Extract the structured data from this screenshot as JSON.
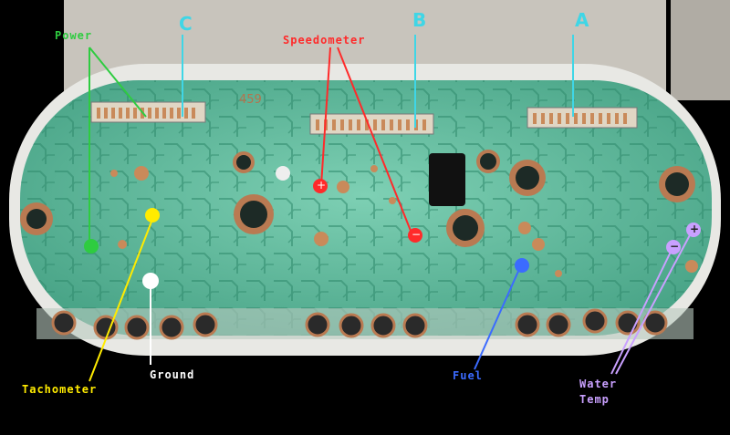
{
  "title": "",
  "part_number": "459",
  "connectors": {
    "a": "A",
    "b": "B",
    "c": "C"
  },
  "labels": {
    "power": "Power",
    "speedometer": "Speedometer",
    "tachometer": "Tachometer",
    "ground": "Ground",
    "fuel": "Fuel",
    "water_line1": "Water",
    "water_line2": "Temp"
  },
  "pins": {
    "plus": "+",
    "minus": "−"
  },
  "colors": {
    "power": "#2ecc40",
    "speedometer": "#ff2a2a",
    "tachometer": "#ffeb00",
    "ground": "#ffffff",
    "fuel": "#3b6bff",
    "water_temp": "#c9a0ff",
    "connector": "#3fd6e6",
    "circuit_board": "#5fbea0"
  }
}
